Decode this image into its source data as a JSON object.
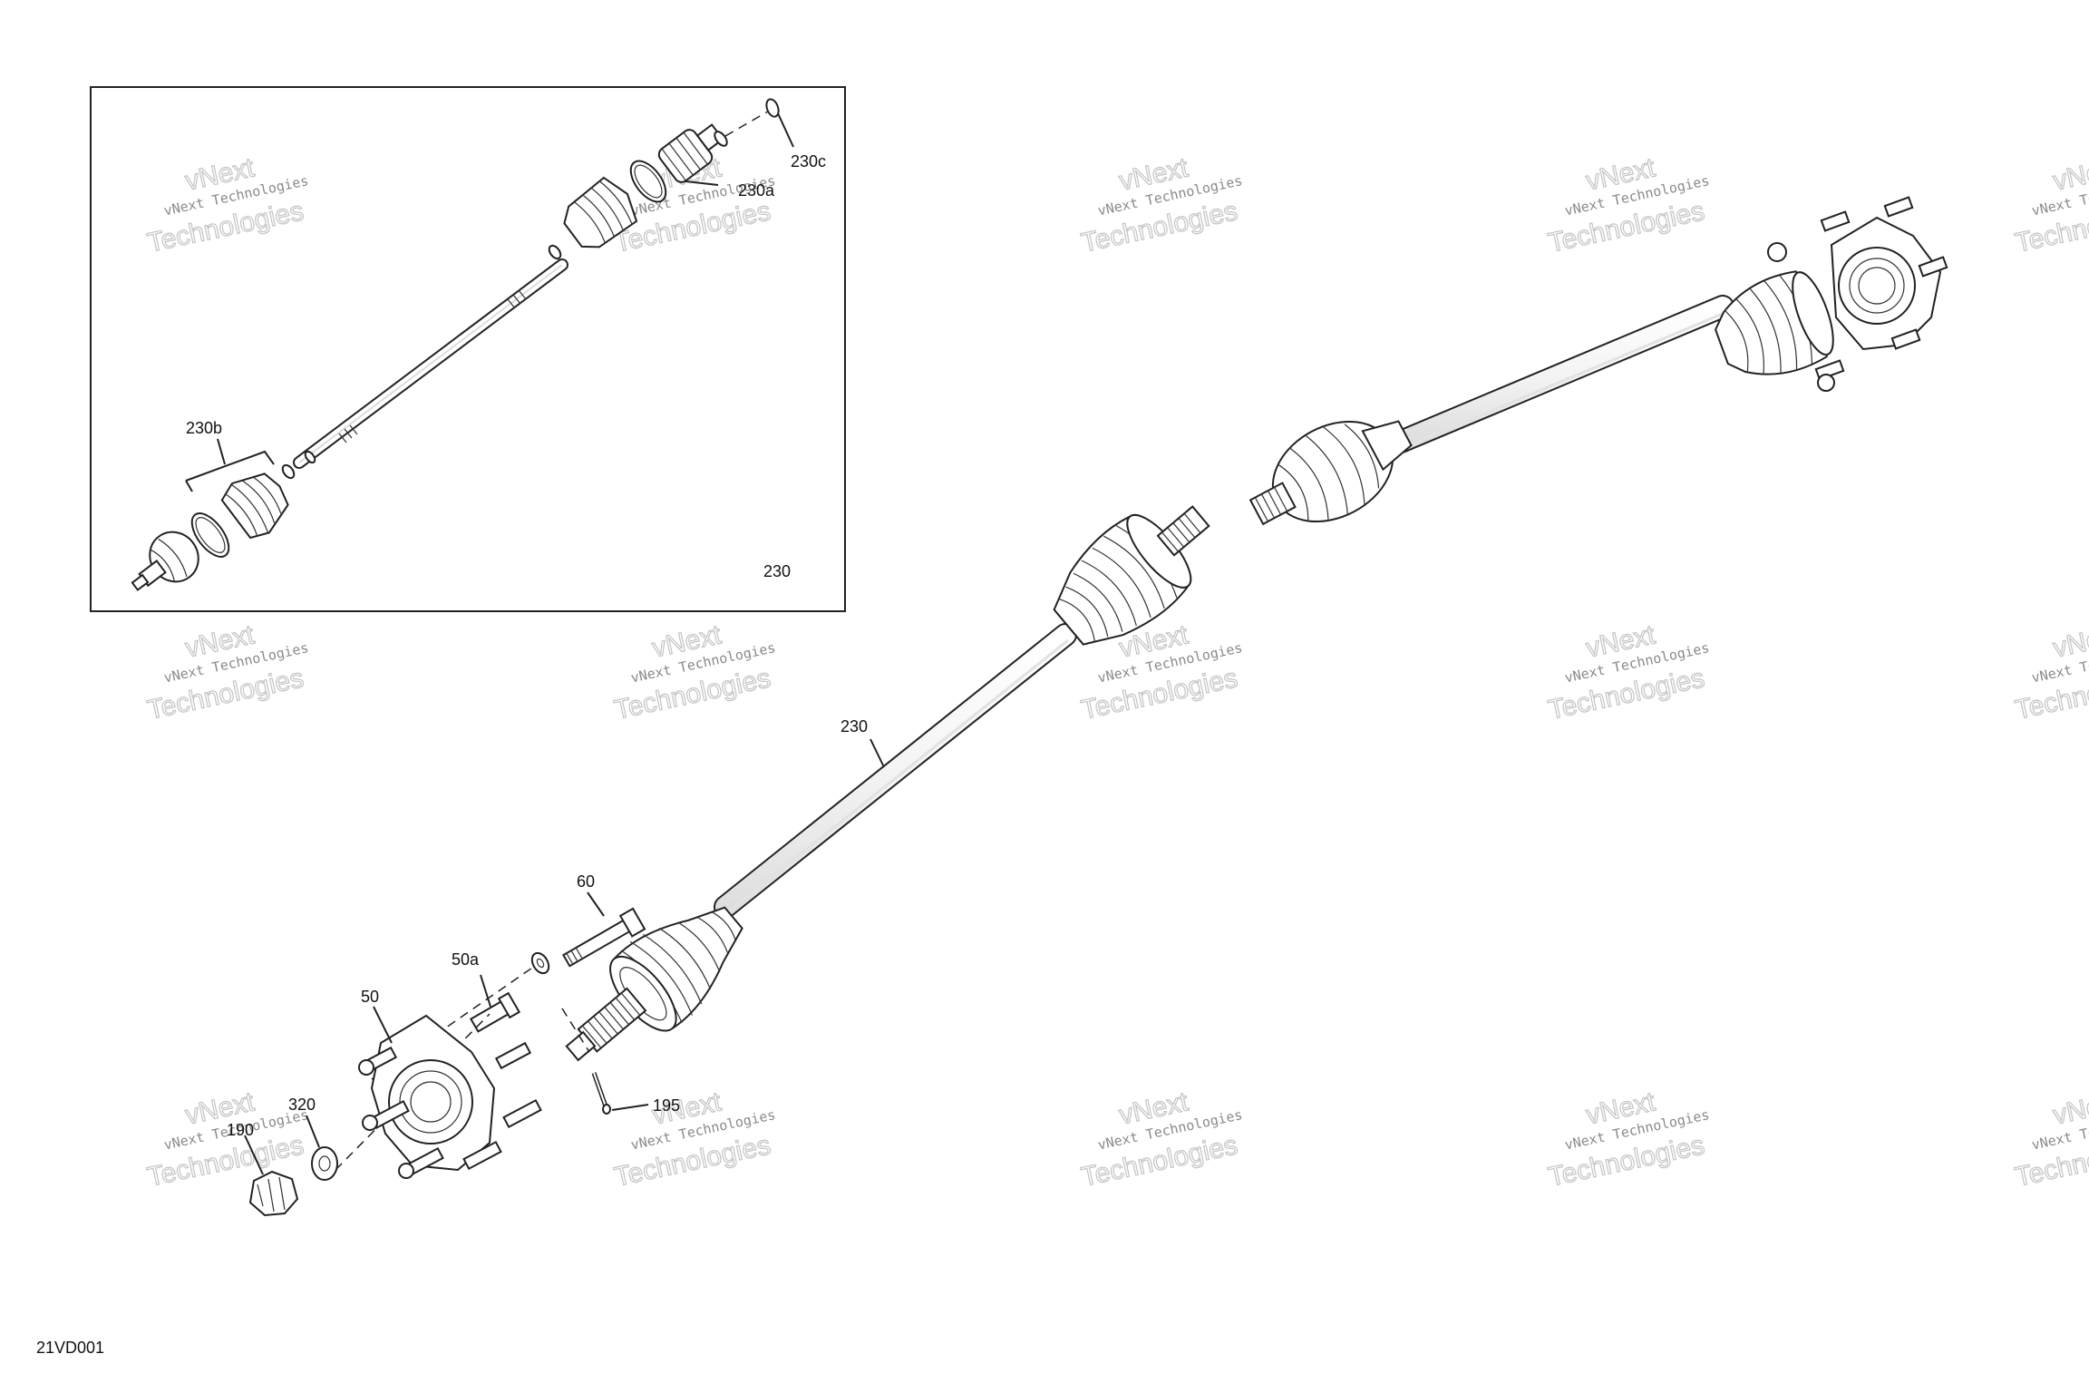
{
  "watermark": {
    "line1": "vNext Technologies",
    "line2": "Technologies",
    "arc": "vNext"
  },
  "inset": {
    "label": "230"
  },
  "callouts": {
    "c230c": "230c",
    "c230a": "230a",
    "c230b": "230b",
    "c230": "230",
    "c60": "60",
    "c50a": "50a",
    "c50": "50",
    "c320": "320",
    "c190": "190",
    "c195": "195"
  },
  "drawing_code": "21VD001"
}
